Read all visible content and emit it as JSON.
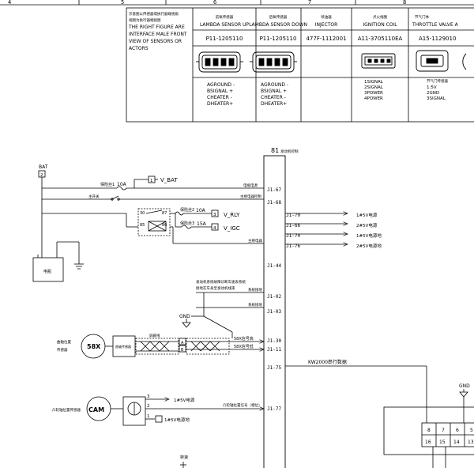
{
  "column_numbers": [
    "4",
    "5",
    "6",
    "7",
    "8"
  ],
  "legend_zh": "示意图以传感器或执行器端视角",
  "legend_zh2": "视图为执行器端视图",
  "legend_lines": [
    "THE RIGHT FIGURE ARE",
    "INTERFACE MALE FRONT",
    "VIEW OF SENSORS OR",
    "ACTORS"
  ],
  "table": {
    "columns": [
      {
        "zh": "前氧传感器",
        "name": "LAMBDA SENSOR UP",
        "part": "P11-1205110",
        "pins": [
          "AGROUND -",
          "BSIGNAL +",
          "CHEATER -",
          "DHEATER+"
        ]
      },
      {
        "zh": "后氧传感器",
        "name": "LAMBDA SENSOR DOWN",
        "part": "P11-1205110",
        "pins": [
          "AGROUND -",
          "BSIGNAL +",
          "CHEATER -",
          "DHEATER+"
        ]
      },
      {
        "zh": "喷油器",
        "name": "INJECTOR",
        "part": "477F-1112001",
        "pins": []
      },
      {
        "zh": "点火线圈",
        "name": "IGNITION COIL",
        "part": "A11-3705110EA",
        "pins": [
          "1SIGNAL",
          "2SIGNAL",
          "3POWER",
          "4POWER"
        ]
      },
      {
        "zh": "节气门体",
        "name": "THROTTLE VALVE A",
        "part": "A15-1129010",
        "pins_title": "节气门传感器",
        "pins": [
          "1:5V",
          "2GND",
          "3SIGNAL"
        ]
      }
    ]
  },
  "diagram": {
    "ecu_title": "81",
    "ecu_title_zh": "发动机控制",
    "bat_label": "BAT",
    "bat_pin": "2",
    "fuse1_label": "保险丝1",
    "fuse1_rating": "10A",
    "v_bat_pin": "1",
    "v_bat_label": "V_BAT",
    "main_switch_zh": "主开关",
    "line_power_zh": "电瓶电源",
    "line_mainrelay_zh": "主继电器控制",
    "relay_pins": [
      "30",
      "87",
      "85",
      "86"
    ],
    "fuse2_label": "保险丝2",
    "fuse2_rating": "10A",
    "v_rly_pin": "3",
    "v_rly_label": "V_RLY",
    "fuse3_label": "保险丝3",
    "fuse3_rating": "15A",
    "v_igc_pin": "4",
    "v_igc_label": "V_IGC",
    "main_relay_zh": "主继电器",
    "battery_zh": "电瓶",
    "pins_left": [
      "J1-67",
      "J1-68",
      "J1-44",
      "J1-02",
      "J1-03",
      "J1-30",
      "J1-11",
      "J1-75",
      "J1-77"
    ],
    "pins_right": [
      "J1-70",
      "J1-66",
      "J1-74",
      "J1-76"
    ],
    "outputs_right": [
      "1#5V电源",
      "2#5V电源",
      "1#5V电源地",
      "2#5V电源地"
    ],
    "diag_zh1": "发动机系统故障诊断车速表系统",
    "diag_zh2": "接地在车身至发动机线束",
    "sys_ground": "系统接地",
    "sys_ground2": "系统接地",
    "gnd": "GND",
    "shielded_zh": "屏蔽线",
    "speed_sensor_zh1": "曲轴位置",
    "speed_sensor_zh2": "传感器",
    "sensor_58x": "58X",
    "sensor_box_zh": "曲轴传感器",
    "pin_a": "A",
    "pin_b": "B",
    "sig_58_1": "58X信号高",
    "sig_58_2": "58X信号低",
    "kw2000": "KW2000串行数据",
    "cam_label": "CAM",
    "cam_zh": "凸轮轴位置传感器",
    "cam_pins": [
      "3",
      "2",
      "1"
    ],
    "cam_5v": "1#5V电源",
    "cam_gnd": "1#5V电源地",
    "cam_signal": "凸轮轴位置信号（相位）",
    "gnd_right": "GND",
    "obd_pins_top": [
      "8",
      "7",
      "6",
      "5"
    ],
    "obd_pins_bottom": [
      "16",
      "15",
      "14",
      "13"
    ],
    "bottom_label": "转速"
  }
}
